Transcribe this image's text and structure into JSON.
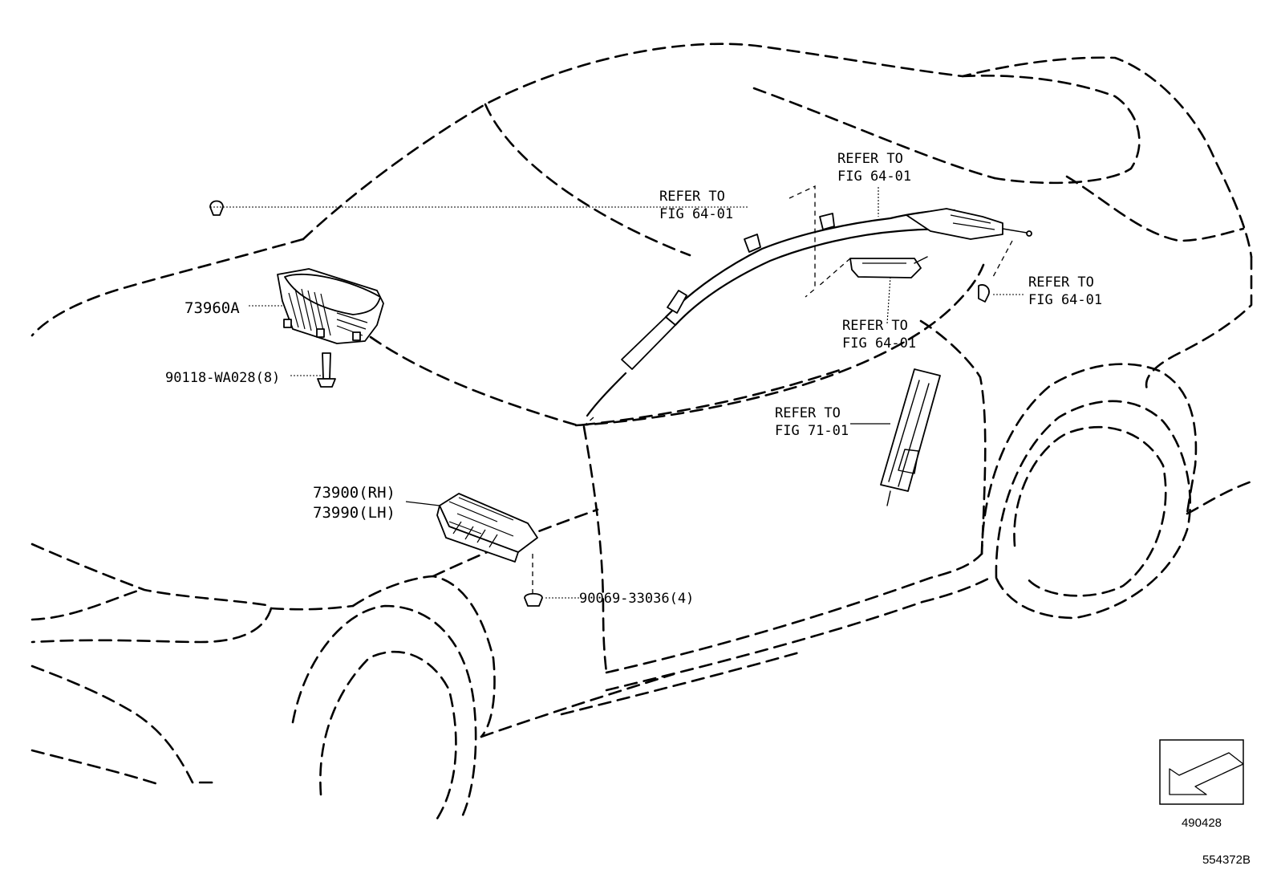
{
  "callouts": {
    "airbag_assy": "73960A",
    "screw": "90118-WA028(8)",
    "knee_airbag_rh": "73900(RH)",
    "knee_airbag_lh": "73990(LH)",
    "clip": "90069-33036(4)",
    "ref_clip_left_1": "REFER TO",
    "ref_clip_left_2": "FIG 64-01",
    "ref_top_1": "REFER TO",
    "ref_top_2": "FIG 64-01",
    "ref_right_1": "REFER TO",
    "ref_right_2": "FIG 64-01",
    "ref_mid_1": "REFER TO",
    "ref_mid_2": "FIG 64-01",
    "ref_seat_1": "REFER TO",
    "ref_seat_2": "FIG 71-01"
  },
  "inset": {
    "code": "490428"
  },
  "figure_code": "554372B",
  "icons": {
    "view_direction": "direction-arrow-icon"
  }
}
